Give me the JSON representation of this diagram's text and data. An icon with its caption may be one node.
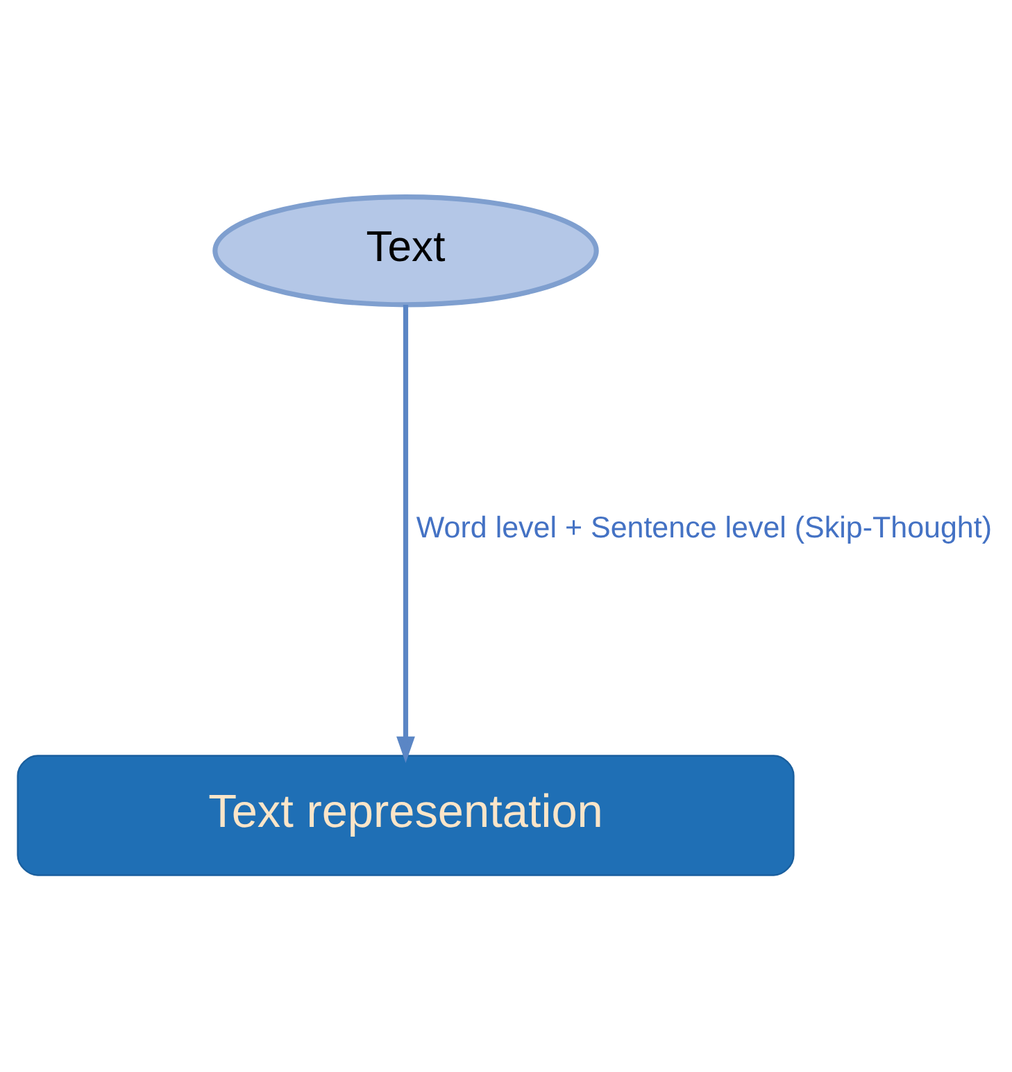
{
  "diagram": {
    "nodes": [
      {
        "text": [
          "Text"
        ]
      },
      {
        "text": [
          "Text representation"
        ]
      }
    ],
    "edges": [
      {
        "from": 0,
        "to": 1,
        "arrow": "to",
        "label": "Word level + Sentence level (Skip-Thought)"
      }
    ]
  }
}
